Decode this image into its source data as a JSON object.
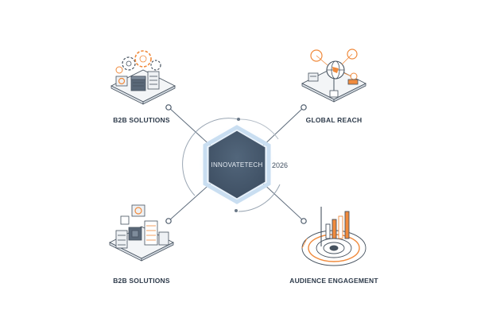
{
  "center": {
    "title": "INNOVATETECH",
    "year": "2026"
  },
  "nodes": [
    {
      "id": "top-left",
      "label": "B2B SOLUTIONS",
      "icon": "gears-servers-icon"
    },
    {
      "id": "top-right",
      "label": "GLOBAL REACH",
      "icon": "globe-network-icon"
    },
    {
      "id": "bottom-left",
      "label": "B2B SOLUTIONS",
      "icon": "server-stack-icon"
    },
    {
      "id": "bottom-right",
      "label": "AUDIENCE ENGAGEMENT",
      "icon": "target-chart-icon"
    }
  ],
  "colors": {
    "accent": "#f08a3c",
    "line": "#5f6d7d",
    "hexagon": "#46586c",
    "glow": "#bcd6ee",
    "text": "#2d3a4a"
  }
}
